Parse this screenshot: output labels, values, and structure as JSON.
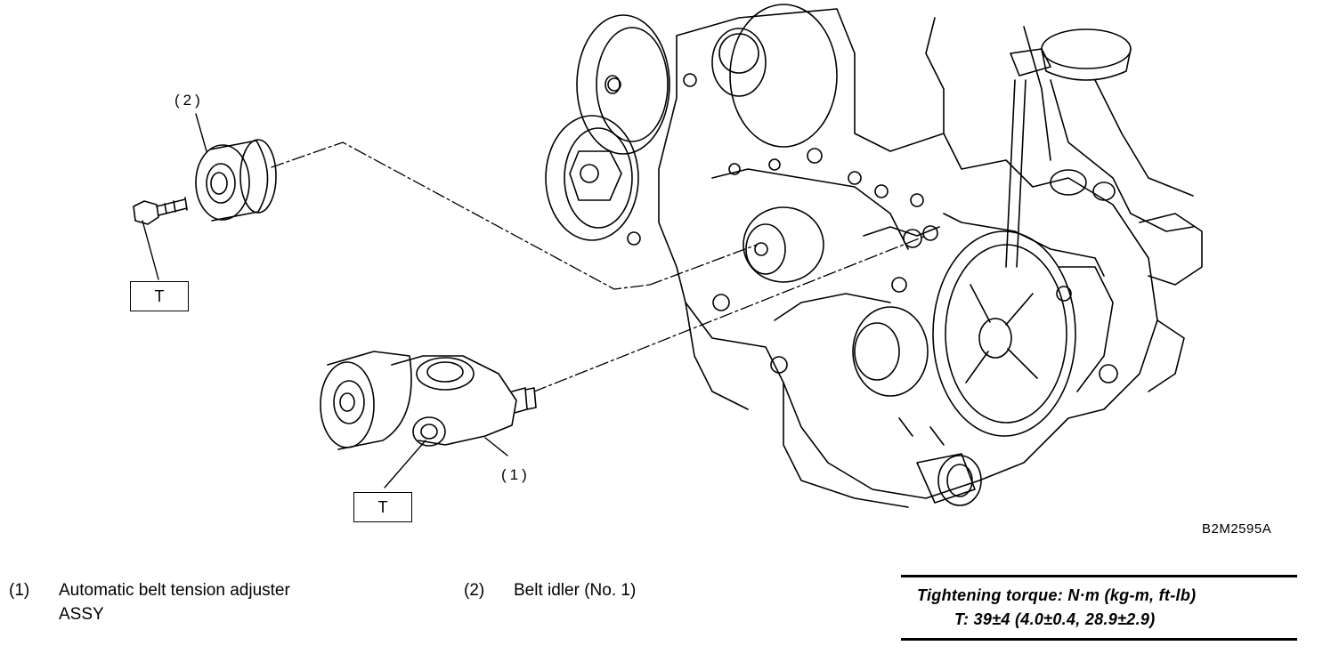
{
  "callouts": {
    "idler_number": "(2)",
    "adjuster_number": "(1)",
    "torque_box_idler": "T",
    "torque_box_adjuster": "T"
  },
  "figure_id": "B2M2595A",
  "legend": [
    {
      "number": "(1)",
      "line1": "Automatic belt tension adjuster",
      "line2": "ASSY"
    },
    {
      "number": "(2)",
      "line1": "Belt idler (No. 1)",
      "line2": ""
    }
  ],
  "torque_spec": {
    "heading": "Tightening torque: N·m (kg-m, ft-lb)",
    "value": "T: 39±4 (4.0±0.4, 28.9±2.9)"
  }
}
